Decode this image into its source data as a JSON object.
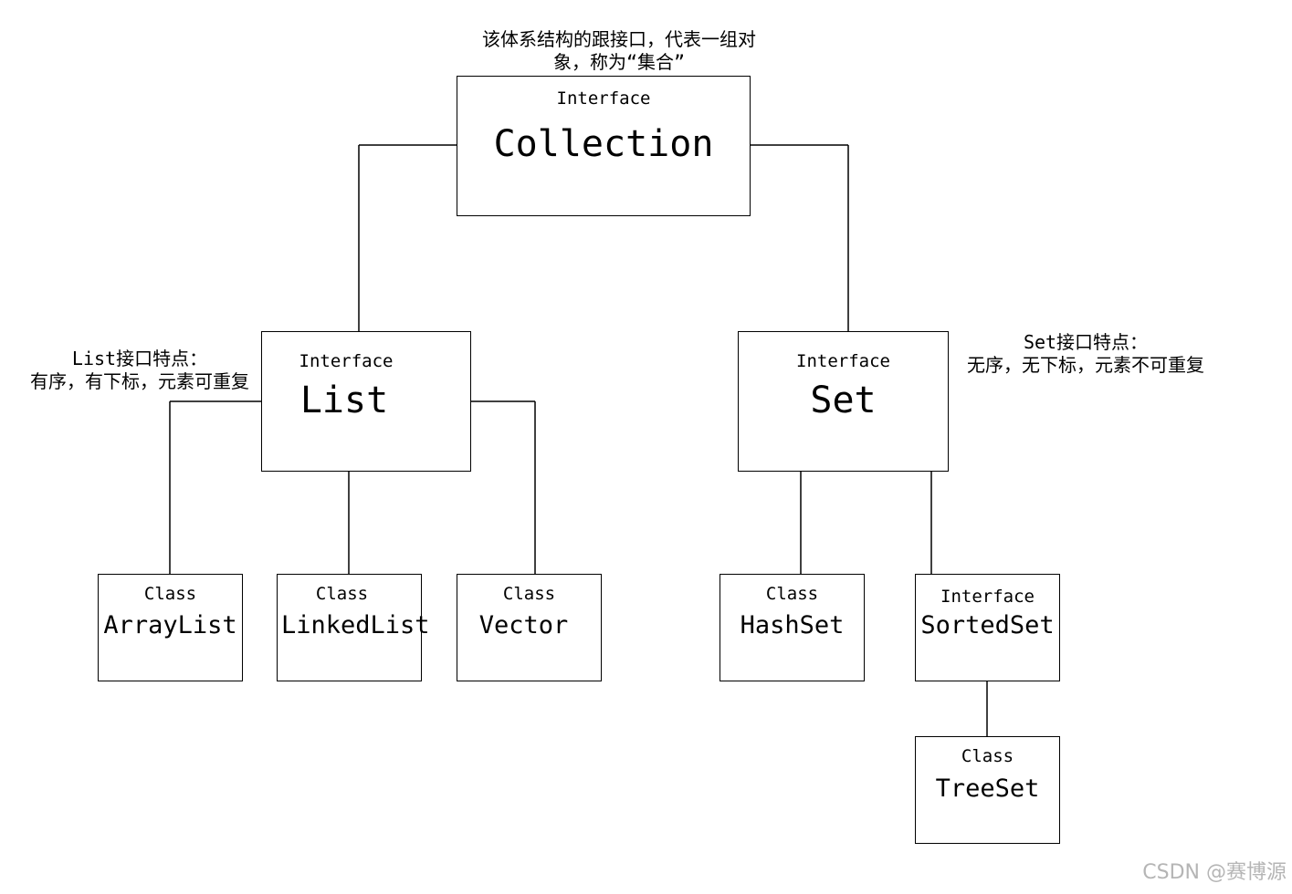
{
  "diagram": {
    "nodes": {
      "collection": {
        "stereotype": "Interface",
        "name": "Collection"
      },
      "list": {
        "stereotype": "Interface",
        "name": "List"
      },
      "set": {
        "stereotype": "Interface",
        "name": "Set"
      },
      "arraylist": {
        "stereotype": "Class",
        "name": "ArrayList"
      },
      "linkedlist": {
        "stereotype": "Class",
        "name": "LinkedList"
      },
      "vector": {
        "stereotype": "Class",
        "name": "Vector"
      },
      "hashset": {
        "stereotype": "Class",
        "name": "HashSet"
      },
      "sortedset": {
        "stereotype": "Interface",
        "name": "SortedSet"
      },
      "treeset": {
        "stereotype": "Class",
        "name": "TreeSet"
      }
    },
    "notes": {
      "collection_line1": "该体系结构的跟接口，代表一组对",
      "collection_line2": "象，称为“集合”",
      "list_line1": "List接口特点：",
      "list_line2": "有序，有下标，元素可重复",
      "set_line1": "Set接口特点：",
      "set_line2": "无序，无下标，元素不可重复"
    },
    "edges": [
      {
        "from": "collection",
        "to": "list"
      },
      {
        "from": "collection",
        "to": "set"
      },
      {
        "from": "list",
        "to": "arraylist"
      },
      {
        "from": "list",
        "to": "linkedlist"
      },
      {
        "from": "list",
        "to": "vector"
      },
      {
        "from": "set",
        "to": "hashset"
      },
      {
        "from": "set",
        "to": "sortedset"
      },
      {
        "from": "sortedset",
        "to": "treeset"
      }
    ]
  },
  "watermark": "CSDN @赛博源"
}
